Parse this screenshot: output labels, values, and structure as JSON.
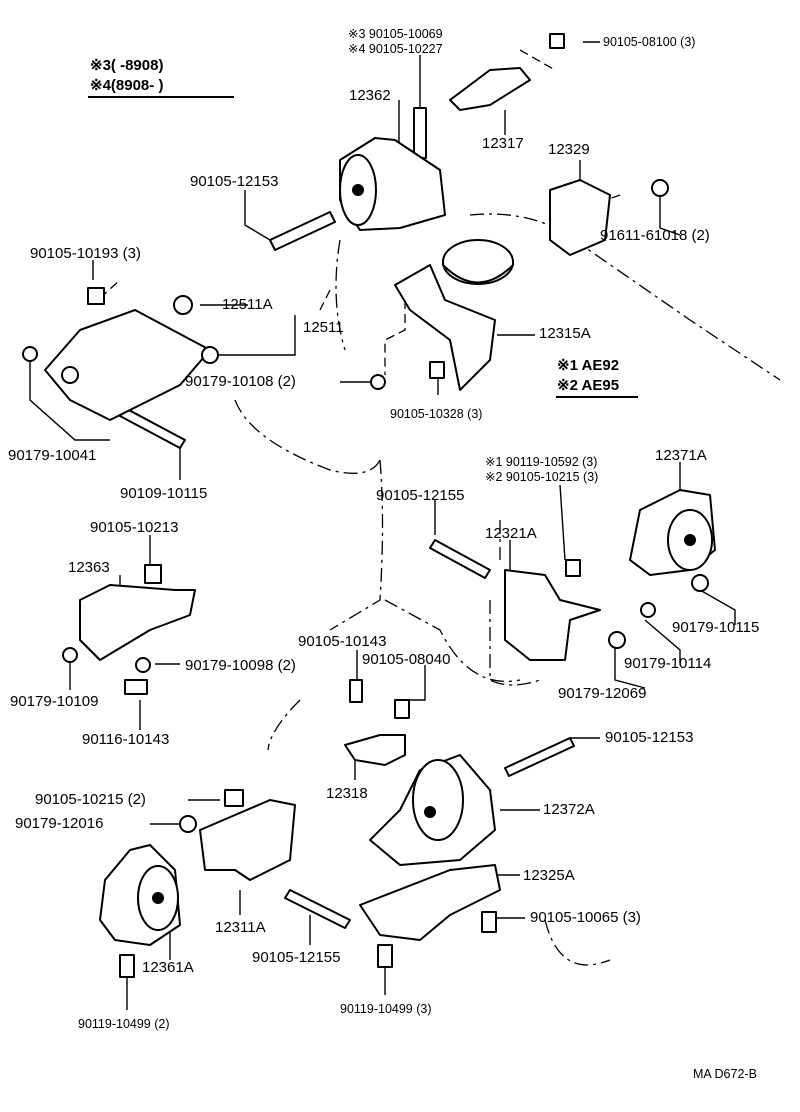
{
  "legend": {
    "note3": "※3(      -8908)",
    "note4": "※4(8908-       )",
    "model1": "※1 AE92",
    "model2": "※2 AE95"
  },
  "footer": {
    "code": "MA  D672-B"
  },
  "labels": [
    {
      "id": "l01",
      "text": "※3 90105-10069"
    },
    {
      "id": "l02",
      "text": "※4 90105-10227"
    },
    {
      "id": "l03",
      "text": "90105-08100 (3)"
    },
    {
      "id": "l04",
      "text": "12362"
    },
    {
      "id": "l05",
      "text": "12317"
    },
    {
      "id": "l06",
      "text": "12329"
    },
    {
      "id": "l07",
      "text": "90105-12153"
    },
    {
      "id": "l08",
      "text": "91611-61018 (2)"
    },
    {
      "id": "l09",
      "text": "90105-10193 (3)"
    },
    {
      "id": "l10",
      "text": "12511A"
    },
    {
      "id": "l11",
      "text": "12511"
    },
    {
      "id": "l12",
      "text": "12315A"
    },
    {
      "id": "l13",
      "text": "90179-10108 (2)"
    },
    {
      "id": "l14",
      "text": "90105-10328 (3)"
    },
    {
      "id": "l15",
      "text": "90179-10041"
    },
    {
      "id": "l16",
      "text": "90109-10115"
    },
    {
      "id": "l17",
      "text": "※1 90119-10592 (3)"
    },
    {
      "id": "l18",
      "text": "※2 90105-10215 (3)"
    },
    {
      "id": "l19",
      "text": "12371A"
    },
    {
      "id": "l20",
      "text": "90105-12155"
    },
    {
      "id": "l21",
      "text": "12321A"
    },
    {
      "id": "l22",
      "text": "90105-10213"
    },
    {
      "id": "l23",
      "text": "12363"
    },
    {
      "id": "l24",
      "text": "90179-10115"
    },
    {
      "id": "l25",
      "text": "90105-10143"
    },
    {
      "id": "l26",
      "text": "90105-08040"
    },
    {
      "id": "l27",
      "text": "90179-10114"
    },
    {
      "id": "l28",
      "text": "90179-10098 (2)"
    },
    {
      "id": "l29",
      "text": "90179-12069"
    },
    {
      "id": "l30",
      "text": "90179-10109"
    },
    {
      "id": "l31",
      "text": "90116-10143"
    },
    {
      "id": "l32",
      "text": "90105-12153"
    },
    {
      "id": "l33",
      "text": "12318"
    },
    {
      "id": "l34",
      "text": "90105-10215 (2)"
    },
    {
      "id": "l35",
      "text": "12372A"
    },
    {
      "id": "l36",
      "text": "90179-12016"
    },
    {
      "id": "l37",
      "text": "12325A"
    },
    {
      "id": "l38",
      "text": "12311A"
    },
    {
      "id": "l39",
      "text": "90105-12155"
    },
    {
      "id": "l40",
      "text": "90105-10065 (3)"
    },
    {
      "id": "l41",
      "text": "12361A"
    },
    {
      "id": "l42",
      "text": "90119-10499 (2)"
    },
    {
      "id": "l43",
      "text": "90119-10499 (3)"
    }
  ]
}
